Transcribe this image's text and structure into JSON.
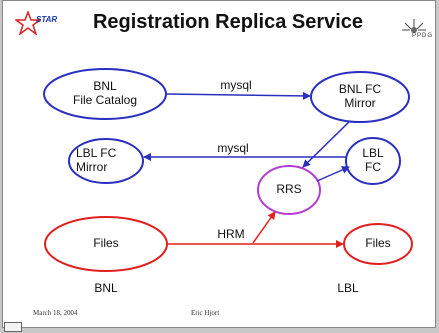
{
  "header": {
    "logo_text": "STAR",
    "title": "Registration Replica Service",
    "corner_logo_text": "PPDG"
  },
  "nodes": {
    "bnl_catalog": "BNL\nFile Catalog",
    "bnl_fc_mirror": "BNL FC\nMirror",
    "lbl_fc_mirror": "LBL FC\nMirror",
    "lbl_fc": "LBL\nFC",
    "rrs": "RRS",
    "files_bnl": "Files",
    "files_lbl": "Files"
  },
  "edges": {
    "mysql_top": "mysql",
    "mysql_mid": "mysql",
    "hrm": "HRM"
  },
  "sites": {
    "left": "BNL",
    "right": "LBL"
  },
  "footer": {
    "date": "March 18, 2004",
    "author": "Eric Hjort"
  },
  "colors": {
    "blue": "#2b2fbf",
    "purple": "#b23fd0",
    "red": "#e02020"
  }
}
